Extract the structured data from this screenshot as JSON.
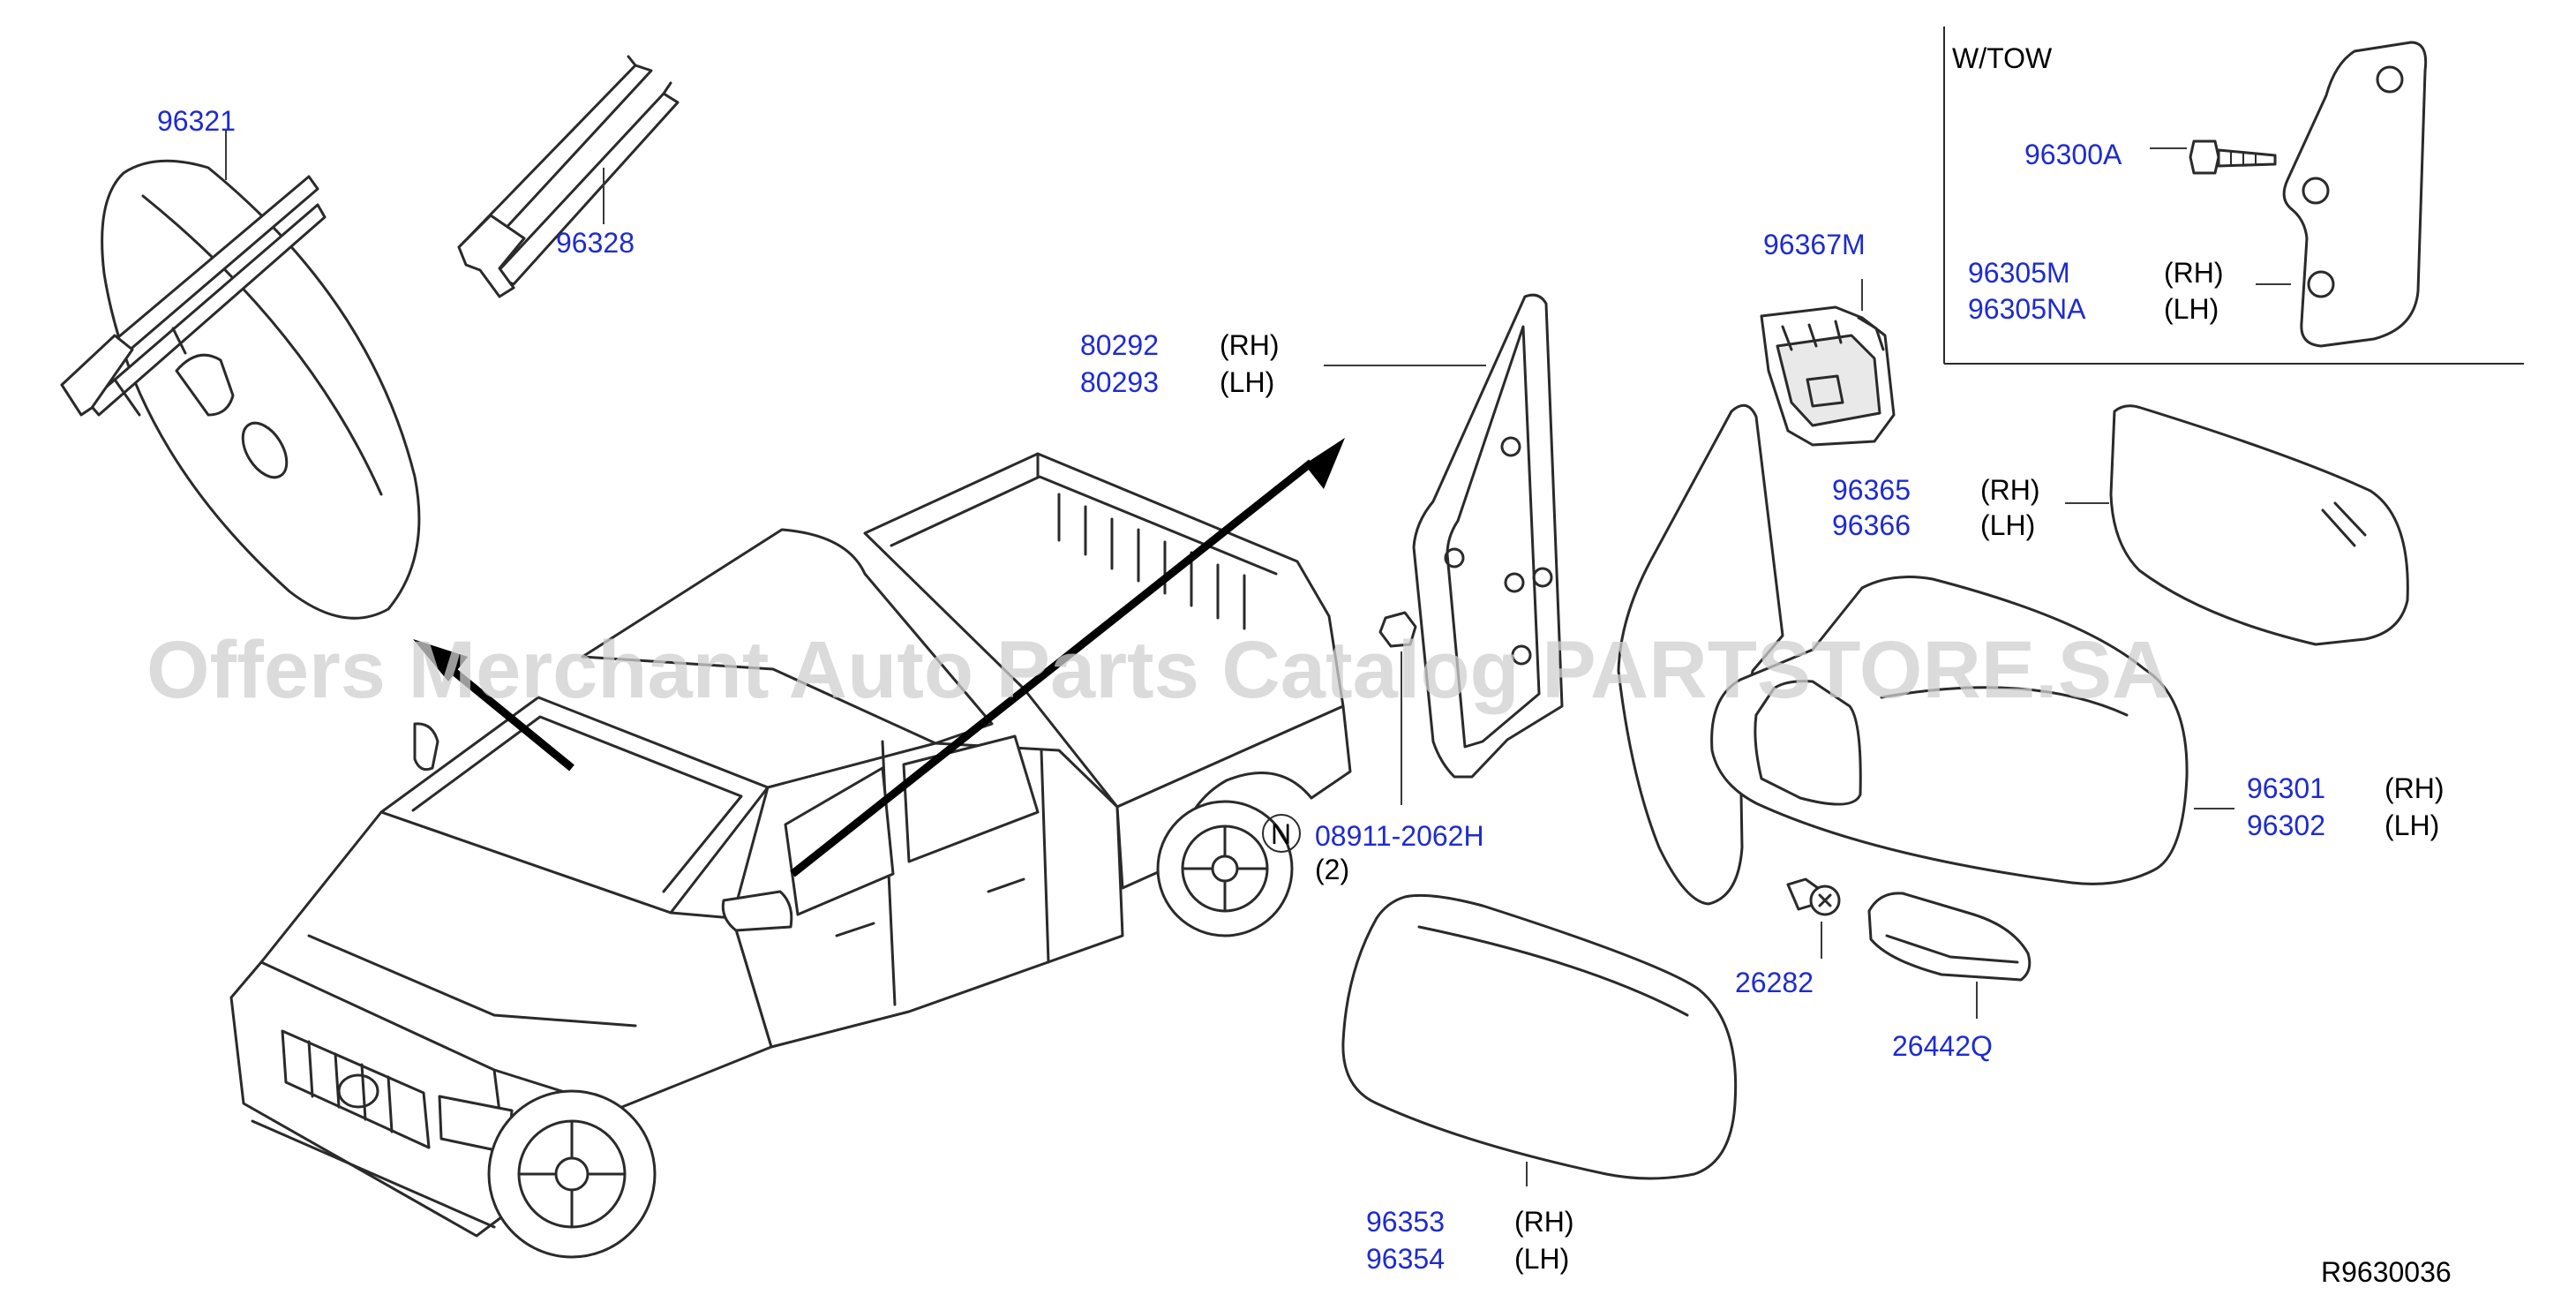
{
  "callouts": {
    "p96321": "96321",
    "p96328": "96328",
    "p80292": "80292",
    "p80293": "80293",
    "p96367M": "96367M",
    "p96300A": "96300A",
    "p96305M": "96305M",
    "p96305NA": "96305NA",
    "p96365": "96365",
    "p96366": "96366",
    "p96301": "96301",
    "p96302": "96302",
    "p08911": "08911-2062H",
    "p26282": "26282",
    "p26442Q": "26442Q",
    "p96353": "96353",
    "p96354": "96354"
  },
  "sides": {
    "rh": "(RH)",
    "lh": "(LH)"
  },
  "nut_symbol": "N",
  "nut_qty": "(2)",
  "tow_box_title": "W/TOW",
  "diagram_code": "R9630036",
  "watermark": "Offers Merchant Auto Parts Catalog PARTSTORE.SA",
  "colors": {
    "part_number": "#1e2bd0",
    "line": "#2a2a2a",
    "watermark": "#cfcfcf"
  }
}
